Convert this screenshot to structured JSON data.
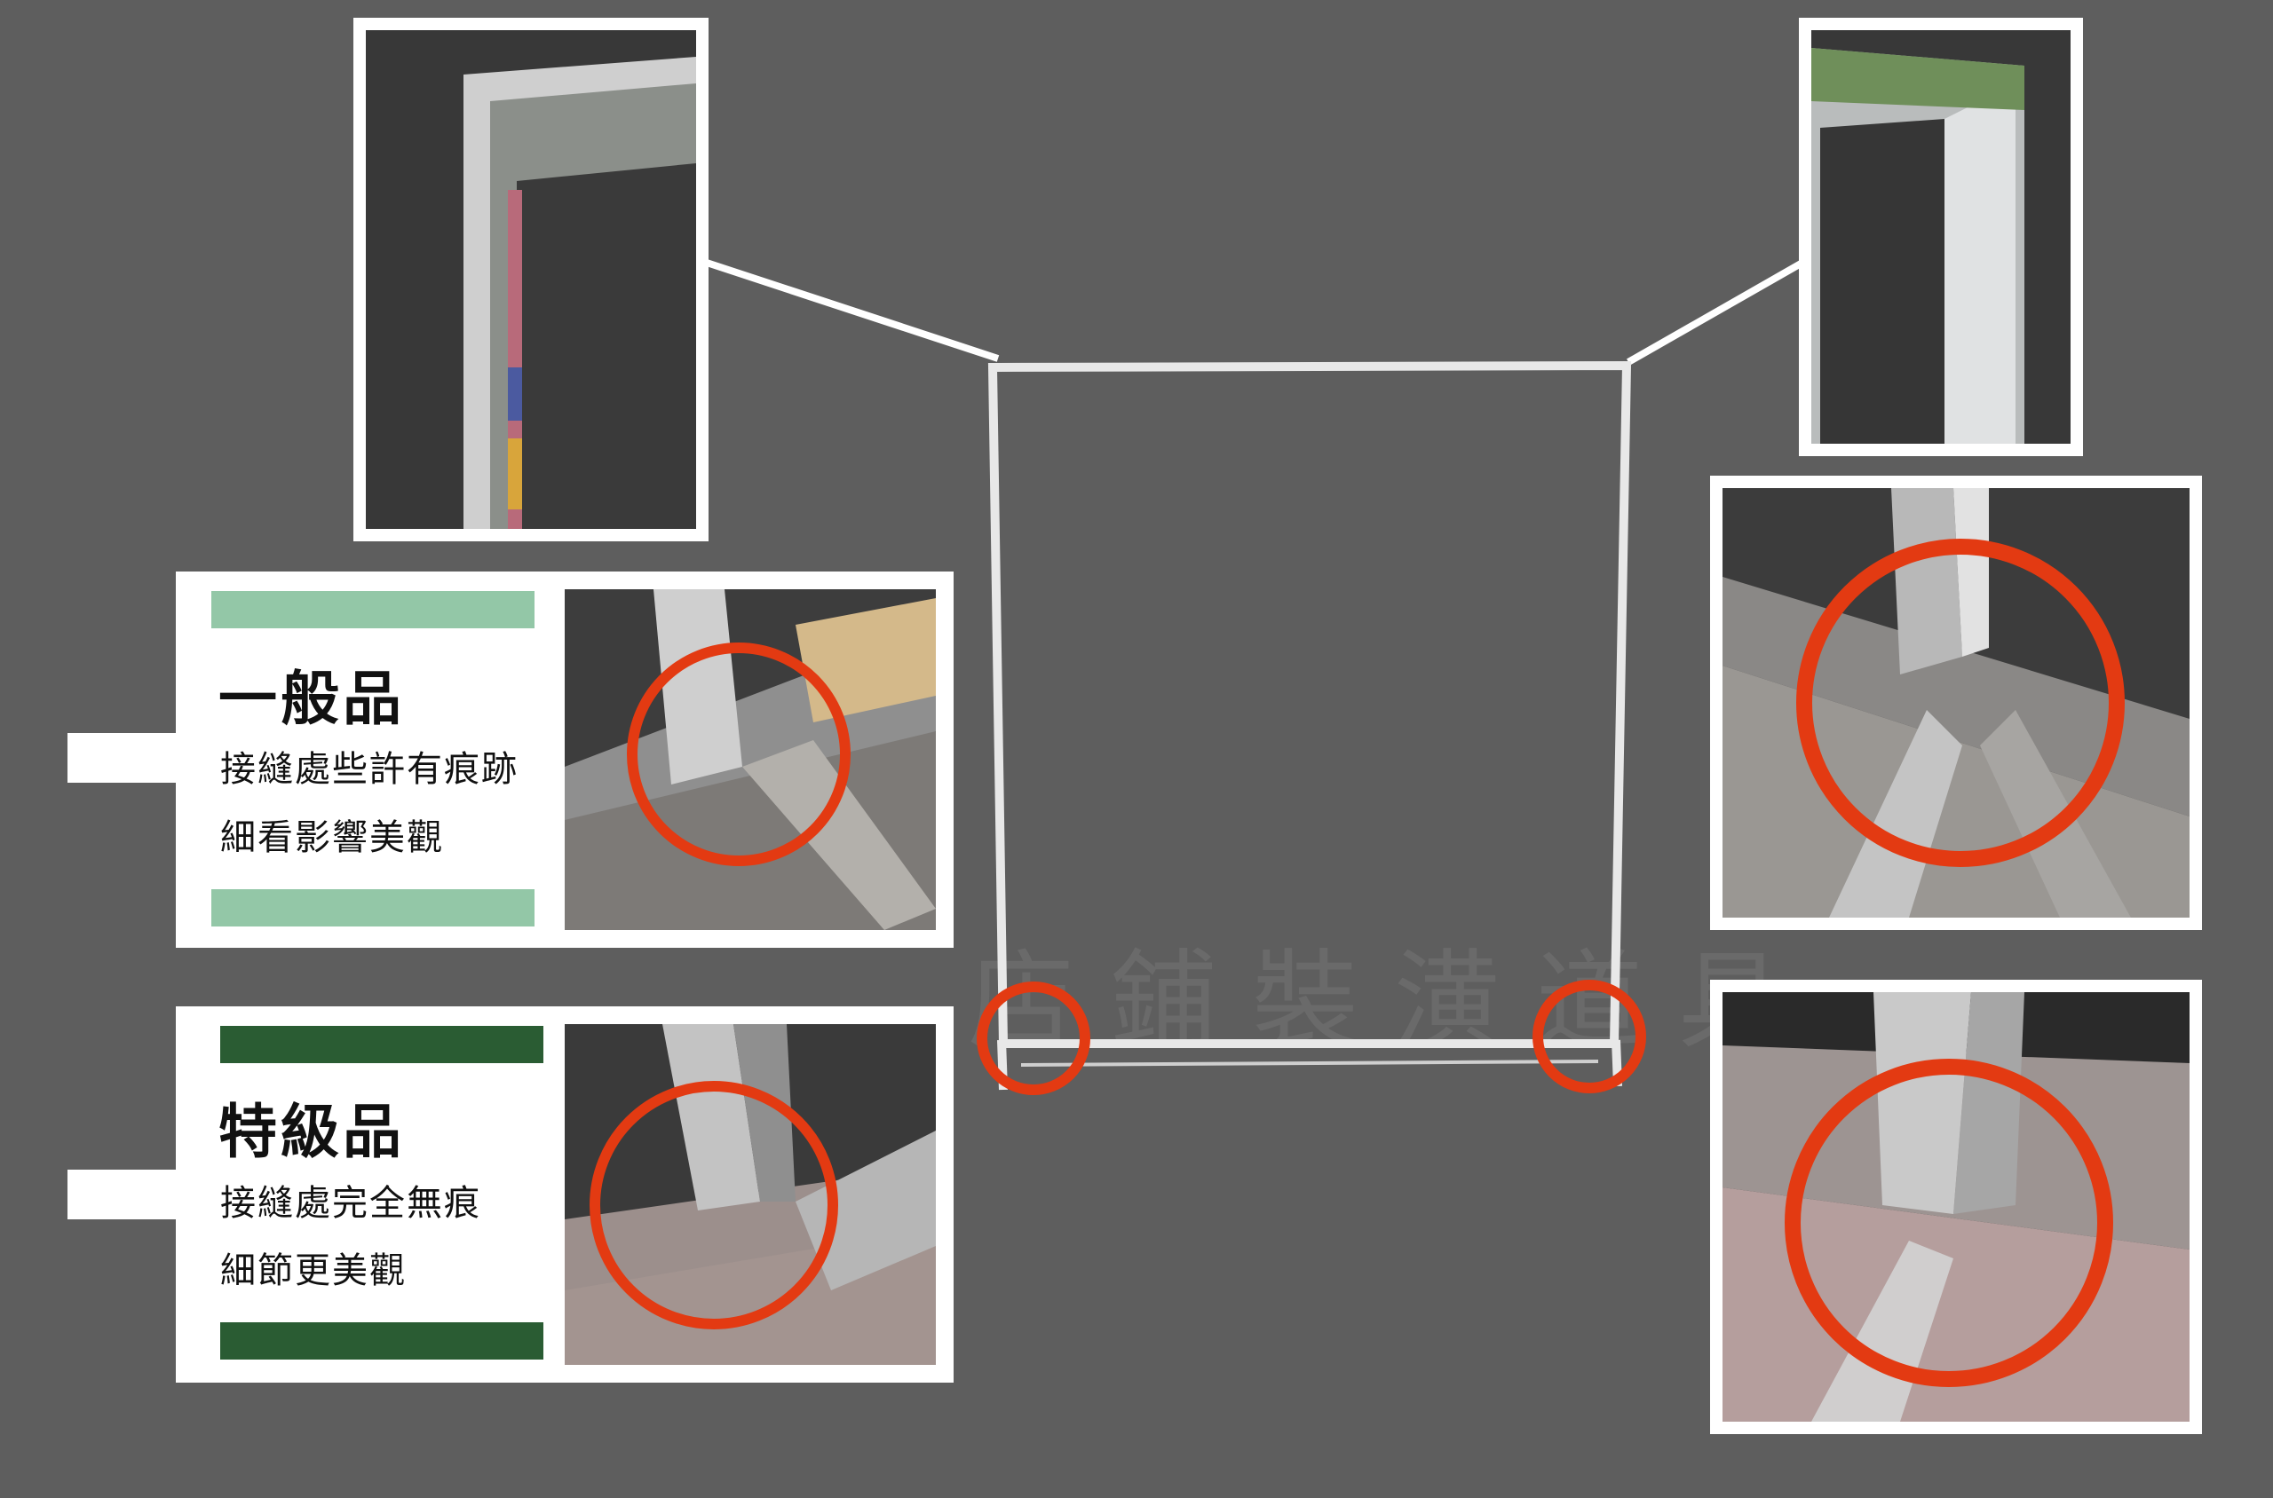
{
  "cards": {
    "standard": {
      "title": "一般品",
      "line1": "接縫處些許有痕跡",
      "line2": "細看影響美觀",
      "accent": "#93c7a7"
    },
    "premium": {
      "title": "特級品",
      "line1": "接縫處完全無痕",
      "line2": "細節更美觀",
      "accent": "#2a5c33"
    }
  },
  "watermark": {
    "text": "店鋪裝潢道具"
  },
  "colors": {
    "background": "#5e5e5e",
    "highlight_circle": "#e33a12",
    "frame": "#ffffff"
  },
  "icons": {
    "highlight": "red-circle-highlight-icon",
    "connector": "callout-line-icon"
  }
}
